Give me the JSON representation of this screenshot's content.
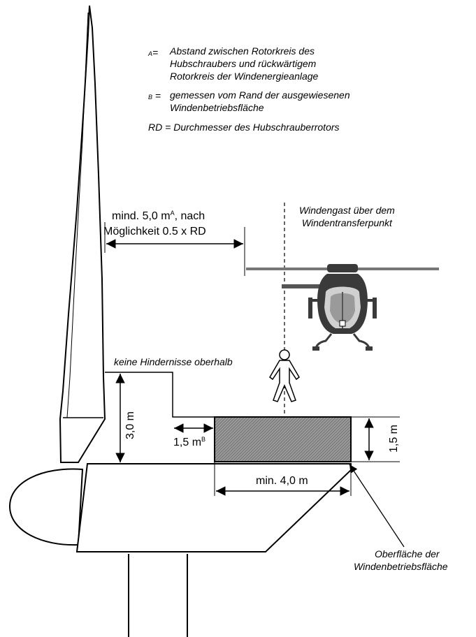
{
  "legend": [
    {
      "key": "A",
      "marker": "=",
      "lines": [
        "Abstand zwischen Rotorkreis des",
        "Hubschraubers und rückwärtigem",
        "Rotorkreis der Windenergieanlage"
      ]
    },
    {
      "key": "B",
      "marker": " =",
      "lines": [
        "gemessen vom Rand der ausgewiesenen",
        "Windenbetriebsfläche"
      ]
    },
    {
      "key": "RD",
      "marker": " =",
      "lines": [
        "Durchmesser des Hubschrauberrotors"
      ]
    }
  ],
  "labels": {
    "rotor_distance_line1_pre": "mind. 5,0 m",
    "rotor_distance_line1_sup": "A",
    "rotor_distance_line1_post": ",  nach",
    "rotor_distance_line2": "Möglichkeit 0.5 x RD",
    "winch_guest_line1": "Windengast über dem",
    "winch_guest_line2": "Windentransferpunkt",
    "no_obstacles": "keine Hindernisse oberhalb",
    "height_3m": "3,0 m",
    "distance_1_5m": "1,5 m",
    "distance_1_5m_sup": "B",
    "height_1_5m": "1,5 m",
    "min_width": "min. 4,0 m",
    "surface_line1": "Oberfläche der",
    "surface_line2": "Windenbetriebsfläche"
  },
  "colors": {
    "line": "#000000",
    "hatch_fill": "#8a8a8a",
    "helicopter_body": "#3a3a3a",
    "helicopter_light": "#c8c8c8"
  }
}
